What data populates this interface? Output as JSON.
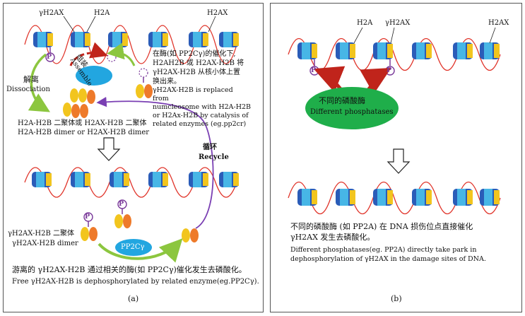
{
  "panel_a": {
    "labels": {
      "gh2ax": "γH2AX",
      "h2a": "H2A",
      "h2ax": "H2AX",
      "assemble_cn": "组装",
      "assemble_en": "Assemble",
      "dissociation_cn": "解离",
      "dissociation_en": "Dissociation",
      "replace_cn_1": "在酶(如 PP2Cγ)的催化下,",
      "replace_cn_2": "H2AH2B 或 H2AX-H2B 将",
      "replace_cn_3": "γH2AX-H2B 从核小体上置",
      "replace_cn_4": "换出来。",
      "replace_en_1": "γH2AX-H2B is replaced",
      "replace_en_2": "from",
      "replace_en_3": "numcleosome with H2A-H2B",
      "replace_en_4": "or H2Ax-H2B by catalysis of",
      "replace_en_5": "related enzymes (eg.pp2cr)",
      "dimer_cn": "H2A-H2B 二聚体或 H2AX-H2B 二聚体",
      "dimer_en": "H2A-H2B dimer or H2AX-H2B dimer",
      "recycle_cn": "循环",
      "recycle_en": "Recycle",
      "gdimer_cn": "γH2AX-H2B 二聚体",
      "gdimer_en": "γH2AX-H2B dimer",
      "pp2c": "PP2Cγ",
      "free_cn": "游离的 γH2AX-H2B 通过相关的酶(如 PP2Cγ)催化发生去磷酸化。",
      "free_en": "Free γH2AX-H2B is dephosphorylated by related enzyme(eg.PP2Cγ).",
      "caption": "(a)",
      "p": "P"
    }
  },
  "panel_b": {
    "labels": {
      "h2a": "H2A",
      "gh2ax": "γH2AX",
      "h2ax": "H2AX",
      "enzyme_cn": "不同的磷酸酶",
      "enzyme_en": "Different phosphatases",
      "desc_cn_1": "不同的磷酸酶 (如 PP2A) 在 DNA 损伤位点直接催化",
      "desc_cn_2": "γH2AX 发生去磷酸化。",
      "desc_en_1": "Different phosphatases(eg. PP2A) directly take park in",
      "desc_en_2": "dephosphorylation of γH2AX in the damage sites of DNA.",
      "caption": "(b)",
      "p": "P"
    }
  },
  "colors": {
    "dna": "#e0342a",
    "histone_dark": "#2a5cb8",
    "histone_light": "#47b6e6",
    "histone_yellow": "#f2c51e",
    "phosphate": "#7a3a9a",
    "enzyme_green": "#1fae4a",
    "enzyme_blue": "#22a6e0",
    "dimer_orange": "#ee7a2a",
    "recycle_purple": "#7a3fb3",
    "arrow_green": "#8cc63f",
    "arrow_red": "#c0241b"
  }
}
